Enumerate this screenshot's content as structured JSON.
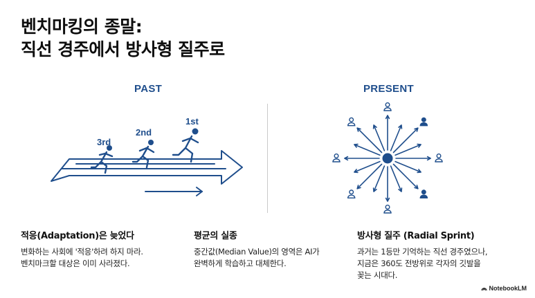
{
  "title": {
    "line1": "벤치마킹의 종말:",
    "line2": "직선 경주에서 방사형 질주로"
  },
  "past": {
    "label": "PAST",
    "ranks": [
      "3rd",
      "2nd",
      "1st"
    ]
  },
  "present": {
    "label": "PRESENT"
  },
  "columns": [
    {
      "heading": "적응(Adaptation)은 늦었다",
      "lines": [
        "변화하는 사회에 '적응'하려 하지 마라.",
        "벤치마크할 대상은 이미 사라졌다."
      ]
    },
    {
      "heading": "평균의 실종",
      "lines": [
        "중간값(Median Value)의 영역은 AI가",
        "완벽하게 학습하고 대체한다."
      ]
    },
    {
      "heading": "방사형 질주 (Radial Sprint)",
      "lines": [
        "과거는 1등만 기억하는 직선 경주였으나,",
        "지금은 360도 전방위로 각자의 깃발을",
        "꽂는 시대다."
      ]
    }
  ],
  "brand": {
    "icon": "notebooklm-logo-icon",
    "name": "NotebookLM"
  },
  "colors": {
    "accent": "#1f4e8c",
    "text": "#111111"
  }
}
